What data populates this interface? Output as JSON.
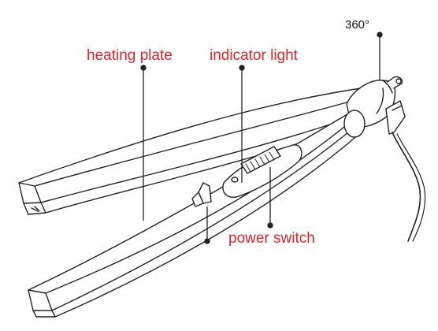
{
  "labels": {
    "heating_plate": "heating plate",
    "indicator_light": "indicator light",
    "rotation": "360°",
    "power_switch": "power switch"
  },
  "colors": {
    "label_red": "#d9262c",
    "label_black": "#111111",
    "line": "#222222",
    "background": "#ffffff"
  }
}
